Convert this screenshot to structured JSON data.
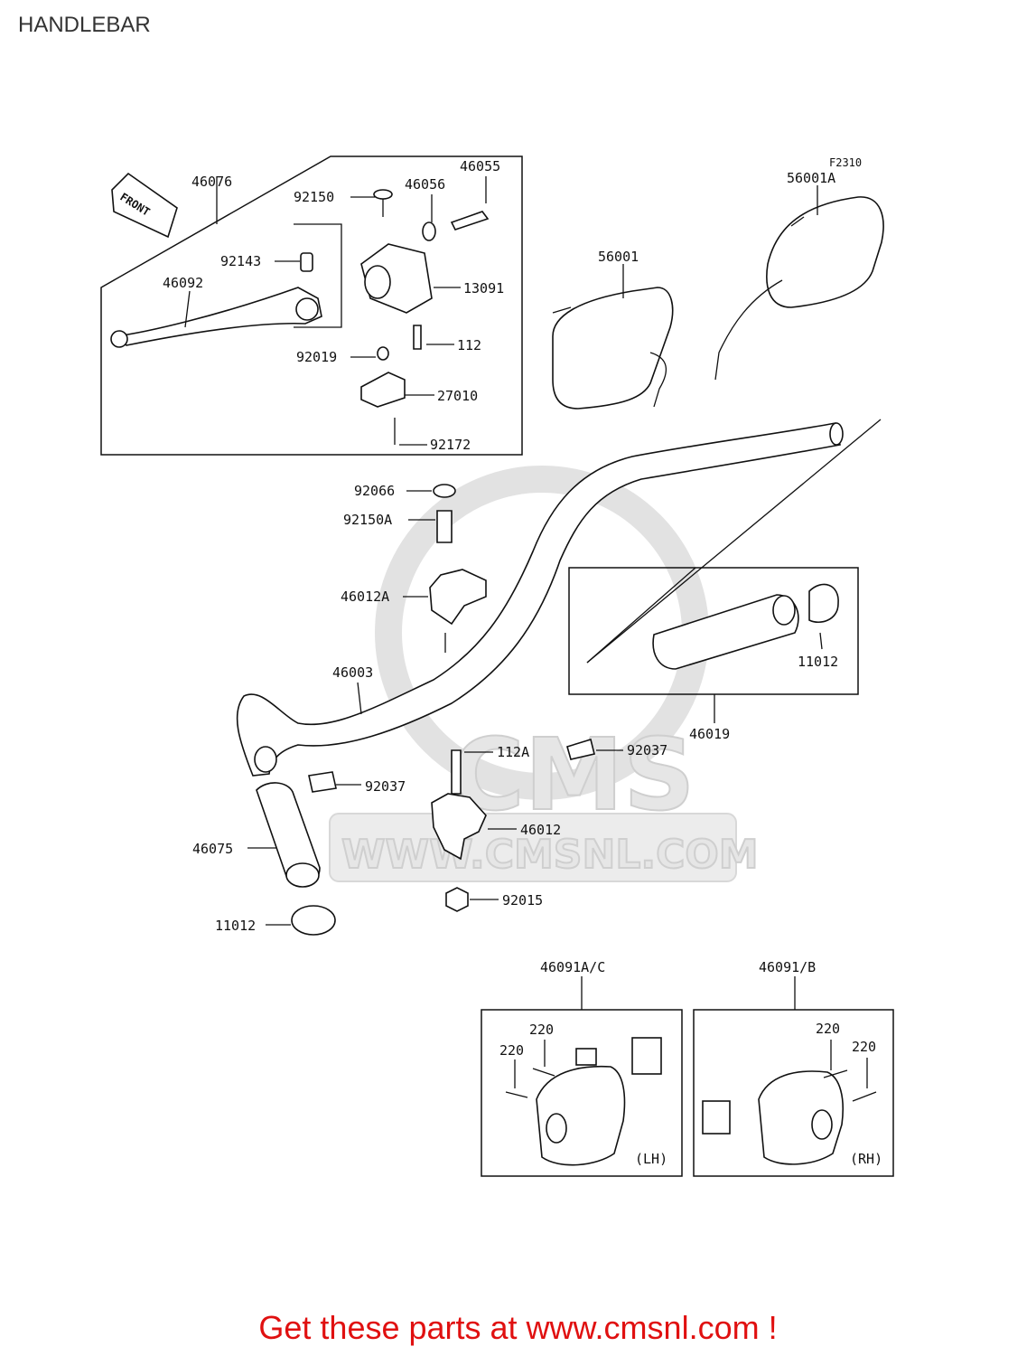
{
  "page": {
    "title": "HANDLEBAR"
  },
  "diagram": {
    "code": "F2310",
    "front_label": "FRONT",
    "watermark": {
      "brand": "CMS",
      "url": "WWW.CMSNL.COM"
    },
    "callouts": [
      "46076",
      "46055",
      "92150",
      "46056",
      "92143",
      "46092",
      "13091",
      "112",
      "92019",
      "27010",
      "92172",
      "56001",
      "56001A",
      "92066",
      "92150A",
      "46012A",
      "46003",
      "11012",
      "46019",
      "112A",
      "92037",
      "92037",
      "46012",
      "46075",
      "92015",
      "11012",
      "46091A/C",
      "46091/B",
      "220",
      "220",
      "220",
      "220",
      "(LH)",
      "(RH)"
    ]
  },
  "footer": {
    "text": "Get these parts at www.cmsnl.com !"
  }
}
